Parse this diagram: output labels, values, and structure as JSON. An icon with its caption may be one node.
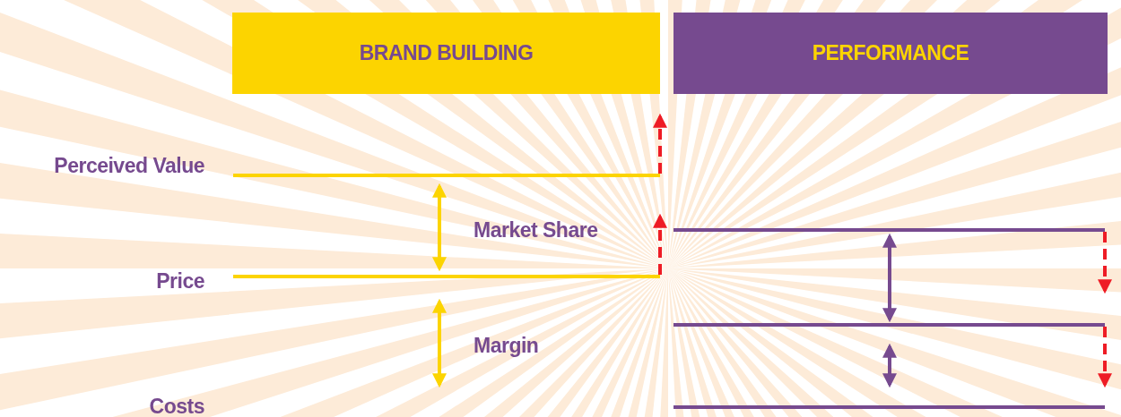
{
  "diagram": {
    "nodes": [
      {
        "text": [
          "BRAND BUILDING"
        ]
      },
      {
        "text": [
          "PERFORMANCE"
        ]
      }
    ],
    "labels": [
      "Perceived Value",
      "Market Share",
      "Price",
      "Margin",
      "Costs"
    ]
  }
}
